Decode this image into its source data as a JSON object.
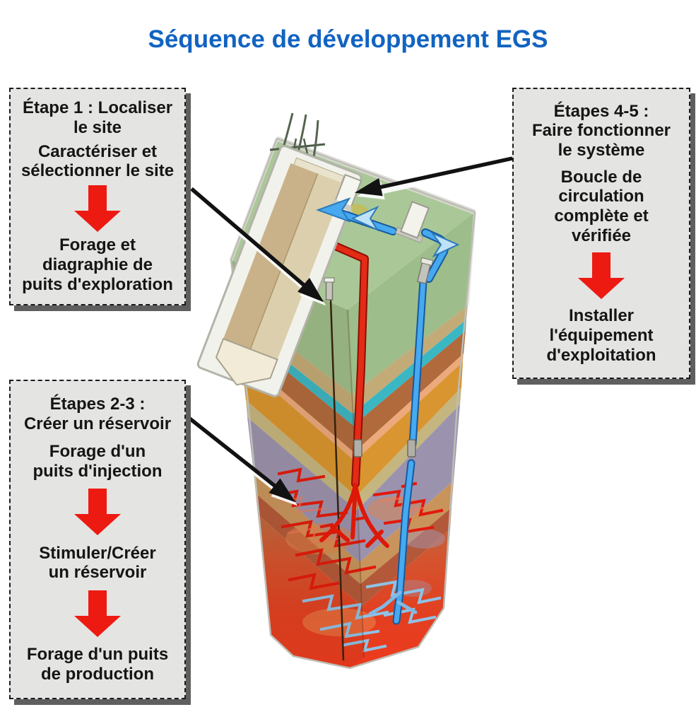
{
  "title": "Séquence de développement EGS",
  "boxes": {
    "step1": {
      "title": "Étape 1 : Localiser\nle site",
      "p1": "Caractériser et\nsélectionner le site",
      "p2": "Forage et\ndiagraphie de\npuits d'exploration"
    },
    "step23": {
      "title": "Étapes 2-3 :\nCréer un réservoir",
      "p1": "Forage d'un\npuits d'injection",
      "p2": "Stimuler/Créer\nun réservoir",
      "p3": "Forage d'un puits\nde production"
    },
    "step45": {
      "title": "Étapes 4-5 :\nFaire fonctionner\nle système",
      "p1": "Boucle de\ncirculation\ncomplète et\nvérifiée",
      "p2": "Installer\nl'équipement\nd'exploitation"
    }
  },
  "colors": {
    "title_blue": "#1163c1",
    "box_background": "#e4e4e2",
    "box_border": "#1b1b1b",
    "box_shadow": "#5f5f5f",
    "step_arrow_red": "#ed1a12",
    "connector_arrow_black": "#121212",
    "hot_water_pipe_red": "#e32b16",
    "cold_water_pipe_blue": "#47a9f0",
    "surface_green": "#aac897",
    "aquifer_cyan": "#3ab7c3",
    "strata_orange": "#d9952f",
    "strata_purple": "#9b93ae",
    "reservoir_red": "#e23f20"
  },
  "illustration": {
    "parts": [
      "geological-block",
      "surface-top",
      "power-plant",
      "cooling-unit",
      "transmission-tower",
      "power-lines",
      "pump-station",
      "surface-pipe-blue",
      "injection-well-red",
      "production-well-blue",
      "exploration-well",
      "stimulated-reservoir",
      "fracture-network-red",
      "fracture-network-blue"
    ]
  }
}
